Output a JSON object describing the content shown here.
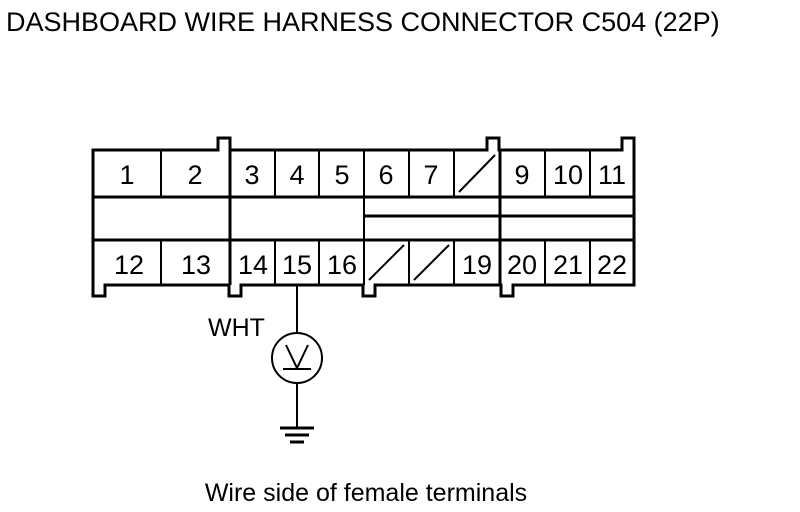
{
  "title": "DASHBOARD WIRE HARNESS CONNECTOR C504 (22P)",
  "caption": "Wire side of female terminals",
  "wire_color": "WHT",
  "meter_symbol": "V",
  "top_row": [
    "1",
    "2",
    "3",
    "4",
    "5",
    "6",
    "7",
    "",
    "9",
    "10",
    "11"
  ],
  "bottom_row": [
    "12",
    "13",
    "14",
    "15",
    "16",
    "",
    "",
    "19",
    "20",
    "21",
    "22"
  ]
}
